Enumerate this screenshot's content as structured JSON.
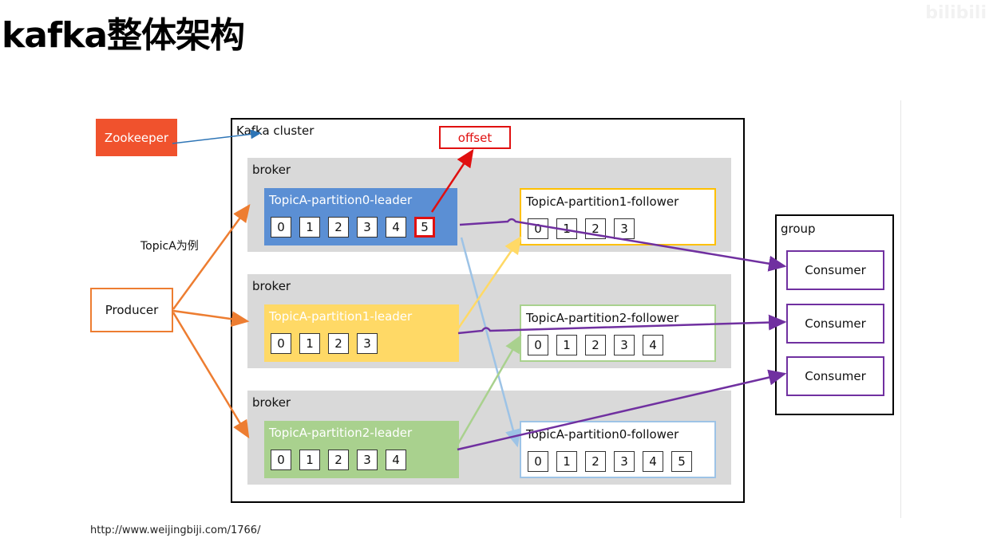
{
  "title": "kafka整体架构",
  "zookeeper": "Zookeeper",
  "producer": "Producer",
  "topica_note": "TopicA为例",
  "cluster_label": "Kafka cluster",
  "offset_label": "offset",
  "brokers": [
    {
      "label": "broker",
      "leader": {
        "title": "TopicA-partition0-leader",
        "cells": [
          "0",
          "1",
          "2",
          "3",
          "4",
          "5"
        ],
        "color": "#5b8fd4"
      },
      "follower": {
        "title": "TopicA-partition1-follower",
        "cells": [
          "0",
          "1",
          "2",
          "3"
        ],
        "border": "#ffc000"
      }
    },
    {
      "label": "broker",
      "leader": {
        "title": "TopicA-partition1-leader",
        "cells": [
          "0",
          "1",
          "2",
          "3"
        ],
        "color": "#ffd966"
      },
      "follower": {
        "title": "TopicA-partition2-follower",
        "cells": [
          "0",
          "1",
          "2",
          "3",
          "4"
        ],
        "border": "#a9d18e"
      }
    },
    {
      "label": "broker",
      "leader": {
        "title": "TopicA-partition2-leader",
        "cells": [
          "0",
          "1",
          "2",
          "3",
          "4"
        ],
        "color": "#a9d18e"
      },
      "follower": {
        "title": "TopicA-partition0-follower",
        "cells": [
          "0",
          "1",
          "2",
          "3",
          "4",
          "5"
        ],
        "border": "#9dc3e6"
      }
    }
  ],
  "group_label": "group",
  "consumers": [
    "Consumer",
    "Consumer",
    "Consumer"
  ],
  "url": "http://www.weijingbiji.com/1766/",
  "colors": {
    "zookeeper": "#f0522d",
    "producer_arrows": "#ed7d31",
    "consumer_arrows": "#7030a0",
    "offset": "#e01010"
  }
}
